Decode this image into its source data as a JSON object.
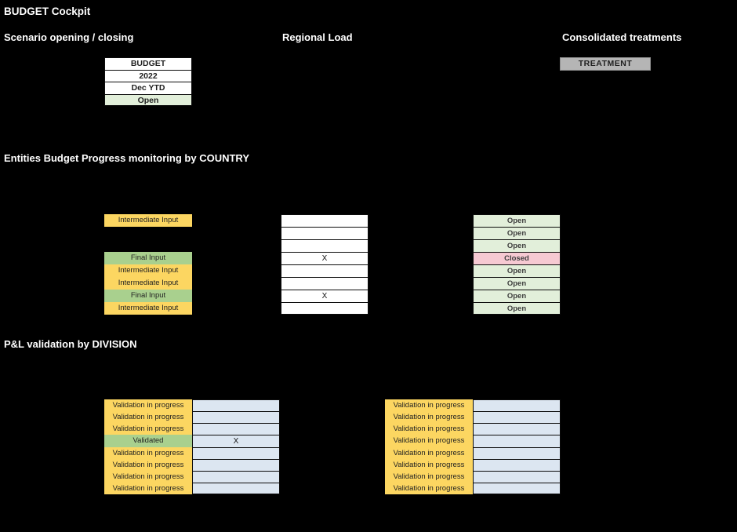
{
  "title": "BUDGET Cockpit",
  "colors": {
    "background": "#000000",
    "yellow": "#fcd661",
    "green": "#a9d08e",
    "light_green": "#e2efda",
    "pink": "#f6c9d2",
    "blue": "#dce6f1",
    "gray": "#b5b5b5",
    "white": "#ffffff"
  },
  "scenario": {
    "heading": "Scenario opening / closing",
    "rows": [
      {
        "label": "BUDGET",
        "type": "plain"
      },
      {
        "label": "2022",
        "type": "plain"
      },
      {
        "label": "Dec YTD",
        "type": "plain"
      },
      {
        "label": "Open",
        "type": "open"
      }
    ]
  },
  "regional_load": {
    "heading": "Regional Load"
  },
  "consolidated": {
    "heading": "Consolidated treatments",
    "button_label": "TREATMENT"
  },
  "country": {
    "heading": "Entities Budget Progress monitoring by COUNTRY",
    "rows": [
      {
        "input_status": "Intermediate Input",
        "input_type": "intermediate",
        "load_mark": "",
        "state": "Open"
      },
      {
        "input_status": "",
        "input_type": "none",
        "load_mark": "",
        "state": "Open"
      },
      {
        "input_status": "",
        "input_type": "none",
        "load_mark": "",
        "state": "Open"
      },
      {
        "input_status": "Final Input",
        "input_type": "final",
        "load_mark": "X",
        "state": "Closed"
      },
      {
        "input_status": "Intermediate Input",
        "input_type": "intermediate",
        "load_mark": "",
        "state": "Open"
      },
      {
        "input_status": "Intermediate Input",
        "input_type": "intermediate",
        "load_mark": "",
        "state": "Open"
      },
      {
        "input_status": "Final Input",
        "input_type": "final",
        "load_mark": "X",
        "state": "Open"
      },
      {
        "input_status": "Intermediate Input",
        "input_type": "intermediate",
        "load_mark": "",
        "state": "Open"
      }
    ]
  },
  "pnl": {
    "heading": "P&L validation by DIVISION",
    "left_table": {
      "rows": [
        {
          "status": "Validation in progress",
          "type": "progress",
          "mark": ""
        },
        {
          "status": "Validation in progress",
          "type": "progress",
          "mark": ""
        },
        {
          "status": "Validation in progress",
          "type": "progress",
          "mark": ""
        },
        {
          "status": "Validated",
          "type": "validated",
          "mark": "X"
        },
        {
          "status": "Validation in progress",
          "type": "progress",
          "mark": ""
        },
        {
          "status": "Validation in progress",
          "type": "progress",
          "mark": ""
        },
        {
          "status": "Validation in progress",
          "type": "progress",
          "mark": ""
        },
        {
          "status": "Validation in progress",
          "type": "progress",
          "mark": ""
        }
      ]
    },
    "right_table": {
      "rows": [
        {
          "status": "Validation in progress",
          "type": "progress",
          "mark": ""
        },
        {
          "status": "Validation in progress",
          "type": "progress",
          "mark": ""
        },
        {
          "status": "Validation in progress",
          "type": "progress",
          "mark": ""
        },
        {
          "status": "Validation in progress",
          "type": "progress",
          "mark": ""
        },
        {
          "status": "Validation in progress",
          "type": "progress",
          "mark": ""
        },
        {
          "status": "Validation in progress",
          "type": "progress",
          "mark": ""
        },
        {
          "status": "Validation in progress",
          "type": "progress",
          "mark": ""
        },
        {
          "status": "Validation in progress",
          "type": "progress",
          "mark": ""
        }
      ]
    }
  }
}
